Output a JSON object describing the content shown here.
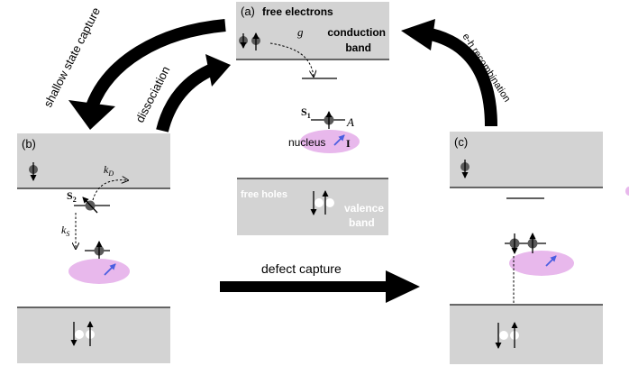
{
  "panels": {
    "a": {
      "label": "(a)",
      "free_electrons": "free electrons",
      "conduction_line1": "conduction",
      "conduction_line2": "band",
      "g_label": "g",
      "s1_label": "S",
      "s1_sub": "1",
      "a_label": "A",
      "nucleus_label": "nucleus",
      "i_label": "I",
      "free_holes": "free holes",
      "valence_line1": "valence",
      "valence_line2": "band"
    },
    "b": {
      "label": "(b)",
      "kd_label": "k",
      "kd_sub": "D",
      "s2_label": "S",
      "s2_sub": "2",
      "ks_label": "k",
      "ks_sub": "S"
    },
    "c": {
      "label": "(c)"
    }
  },
  "arrows": {
    "shallow_capture": "shallow state capture",
    "dissociation": "dissociation",
    "recombination": "e-h recombination",
    "defect_capture": "defect capture"
  },
  "colors": {
    "band_fill": "#d3d3d3",
    "band_edge": "#3a3a3a",
    "electron": "#5a5a5a",
    "nucleus_fill": "#e8b8ec",
    "spin_arrow": "#4a5ee0",
    "arrow": "#000000"
  }
}
